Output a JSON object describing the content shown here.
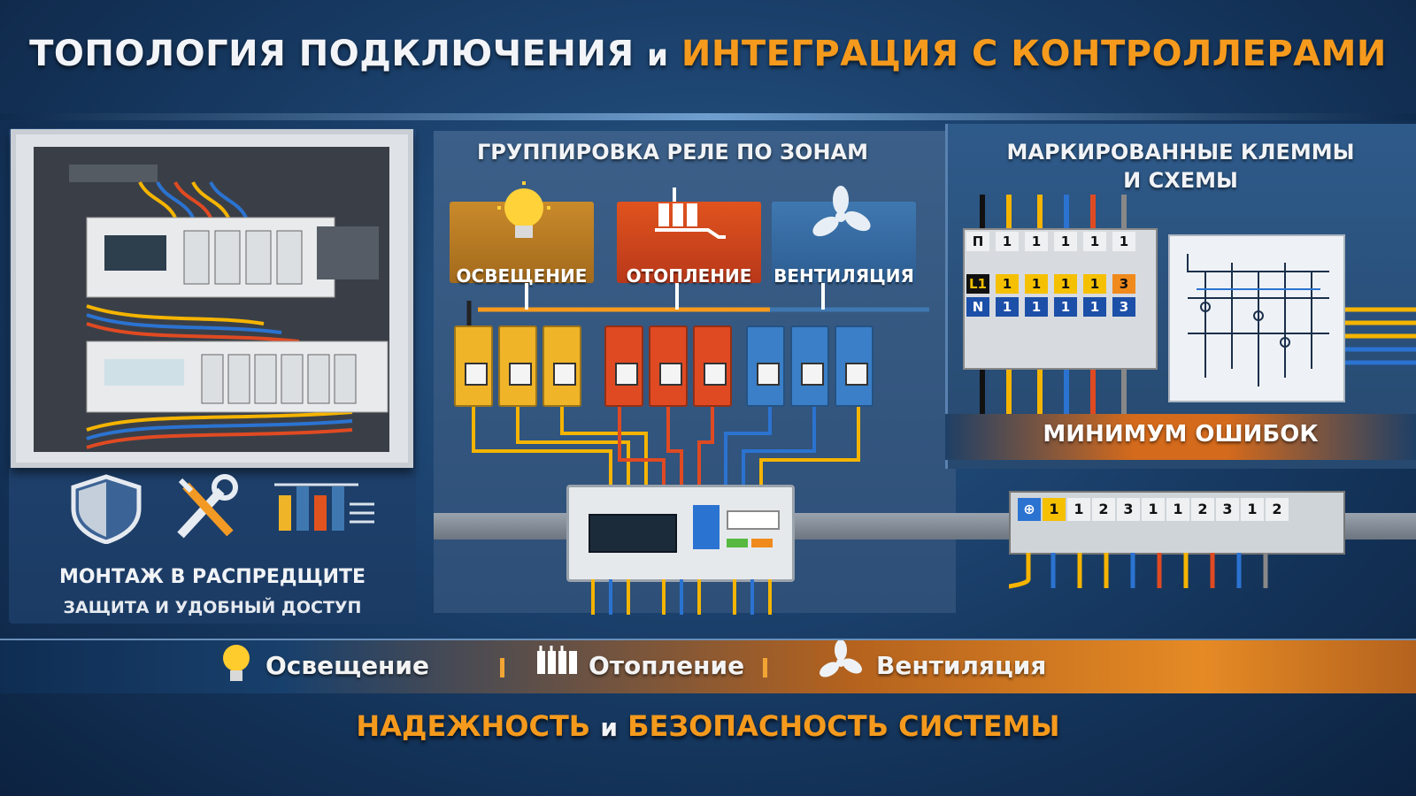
{
  "header": {
    "title_part1": "ТОПОЛОГИЯ ПОДКЛЮЧЕНИЯ",
    "title_connector": "и",
    "title_part2": "ИНТЕГРАЦИЯ С КОНТРОЛЛЕРАМИ"
  },
  "left_panel": {
    "caption_main": "МОНТАЖ В РАСПРЕДЩИТЕ",
    "caption_sub": "ЗАЩИТА И УДОБНЫЙ ДОСТУП",
    "icons": [
      "shield-icon",
      "tools-icon",
      "diagram-icon"
    ]
  },
  "middle_panel": {
    "title": "ГРУППИРОВКА РЕЛЕ ПО ЗОНАМ",
    "zones": [
      {
        "label": "ОСВЕЩЕНИЕ",
        "icon": "lightbulb-icon",
        "color": "#f0b428"
      },
      {
        "label": "ОТОПЛЕНИЕ",
        "icon": "radiator-icon",
        "color": "#e0531e"
      },
      {
        "label": "ВЕНТИЛЯЦИЯ",
        "icon": "fan-icon",
        "color": "#3f78b0"
      }
    ]
  },
  "right_panel": {
    "title_line1": "МАРКИРОВАННЫЕ КЛЕММЫ",
    "title_line2": "И СХЕМЫ",
    "terminal_top_labels": [
      "П",
      "1",
      "1",
      "1",
      "1",
      "1"
    ],
    "terminal_row1": [
      "L1",
      "1",
      "1",
      "1",
      "1",
      "3"
    ],
    "terminal_row2": [
      "N",
      "1",
      "1",
      "1",
      "1",
      "3"
    ],
    "badge": "МИНИМУМ ОШИБОК"
  },
  "rail_terminals": {
    "labels": [
      "1",
      "1",
      "2",
      "3",
      "1",
      "1",
      "2",
      "3",
      "1",
      "2"
    ]
  },
  "legend": {
    "items": [
      {
        "label": "Освещение",
        "icon": "lightbulb-icon"
      },
      {
        "label": "Отопление",
        "icon": "radiator-icon"
      },
      {
        "label": "Вентиляция",
        "icon": "fan-icon"
      }
    ]
  },
  "footer": {
    "part1": "НАДЕЖНОСТЬ",
    "connector": "и",
    "part2": "БЕЗОПАСНОСТЬ СИСТЕМЫ"
  },
  "colors": {
    "accent_orange": "#f59a1d",
    "background_blue": "#173a63"
  }
}
